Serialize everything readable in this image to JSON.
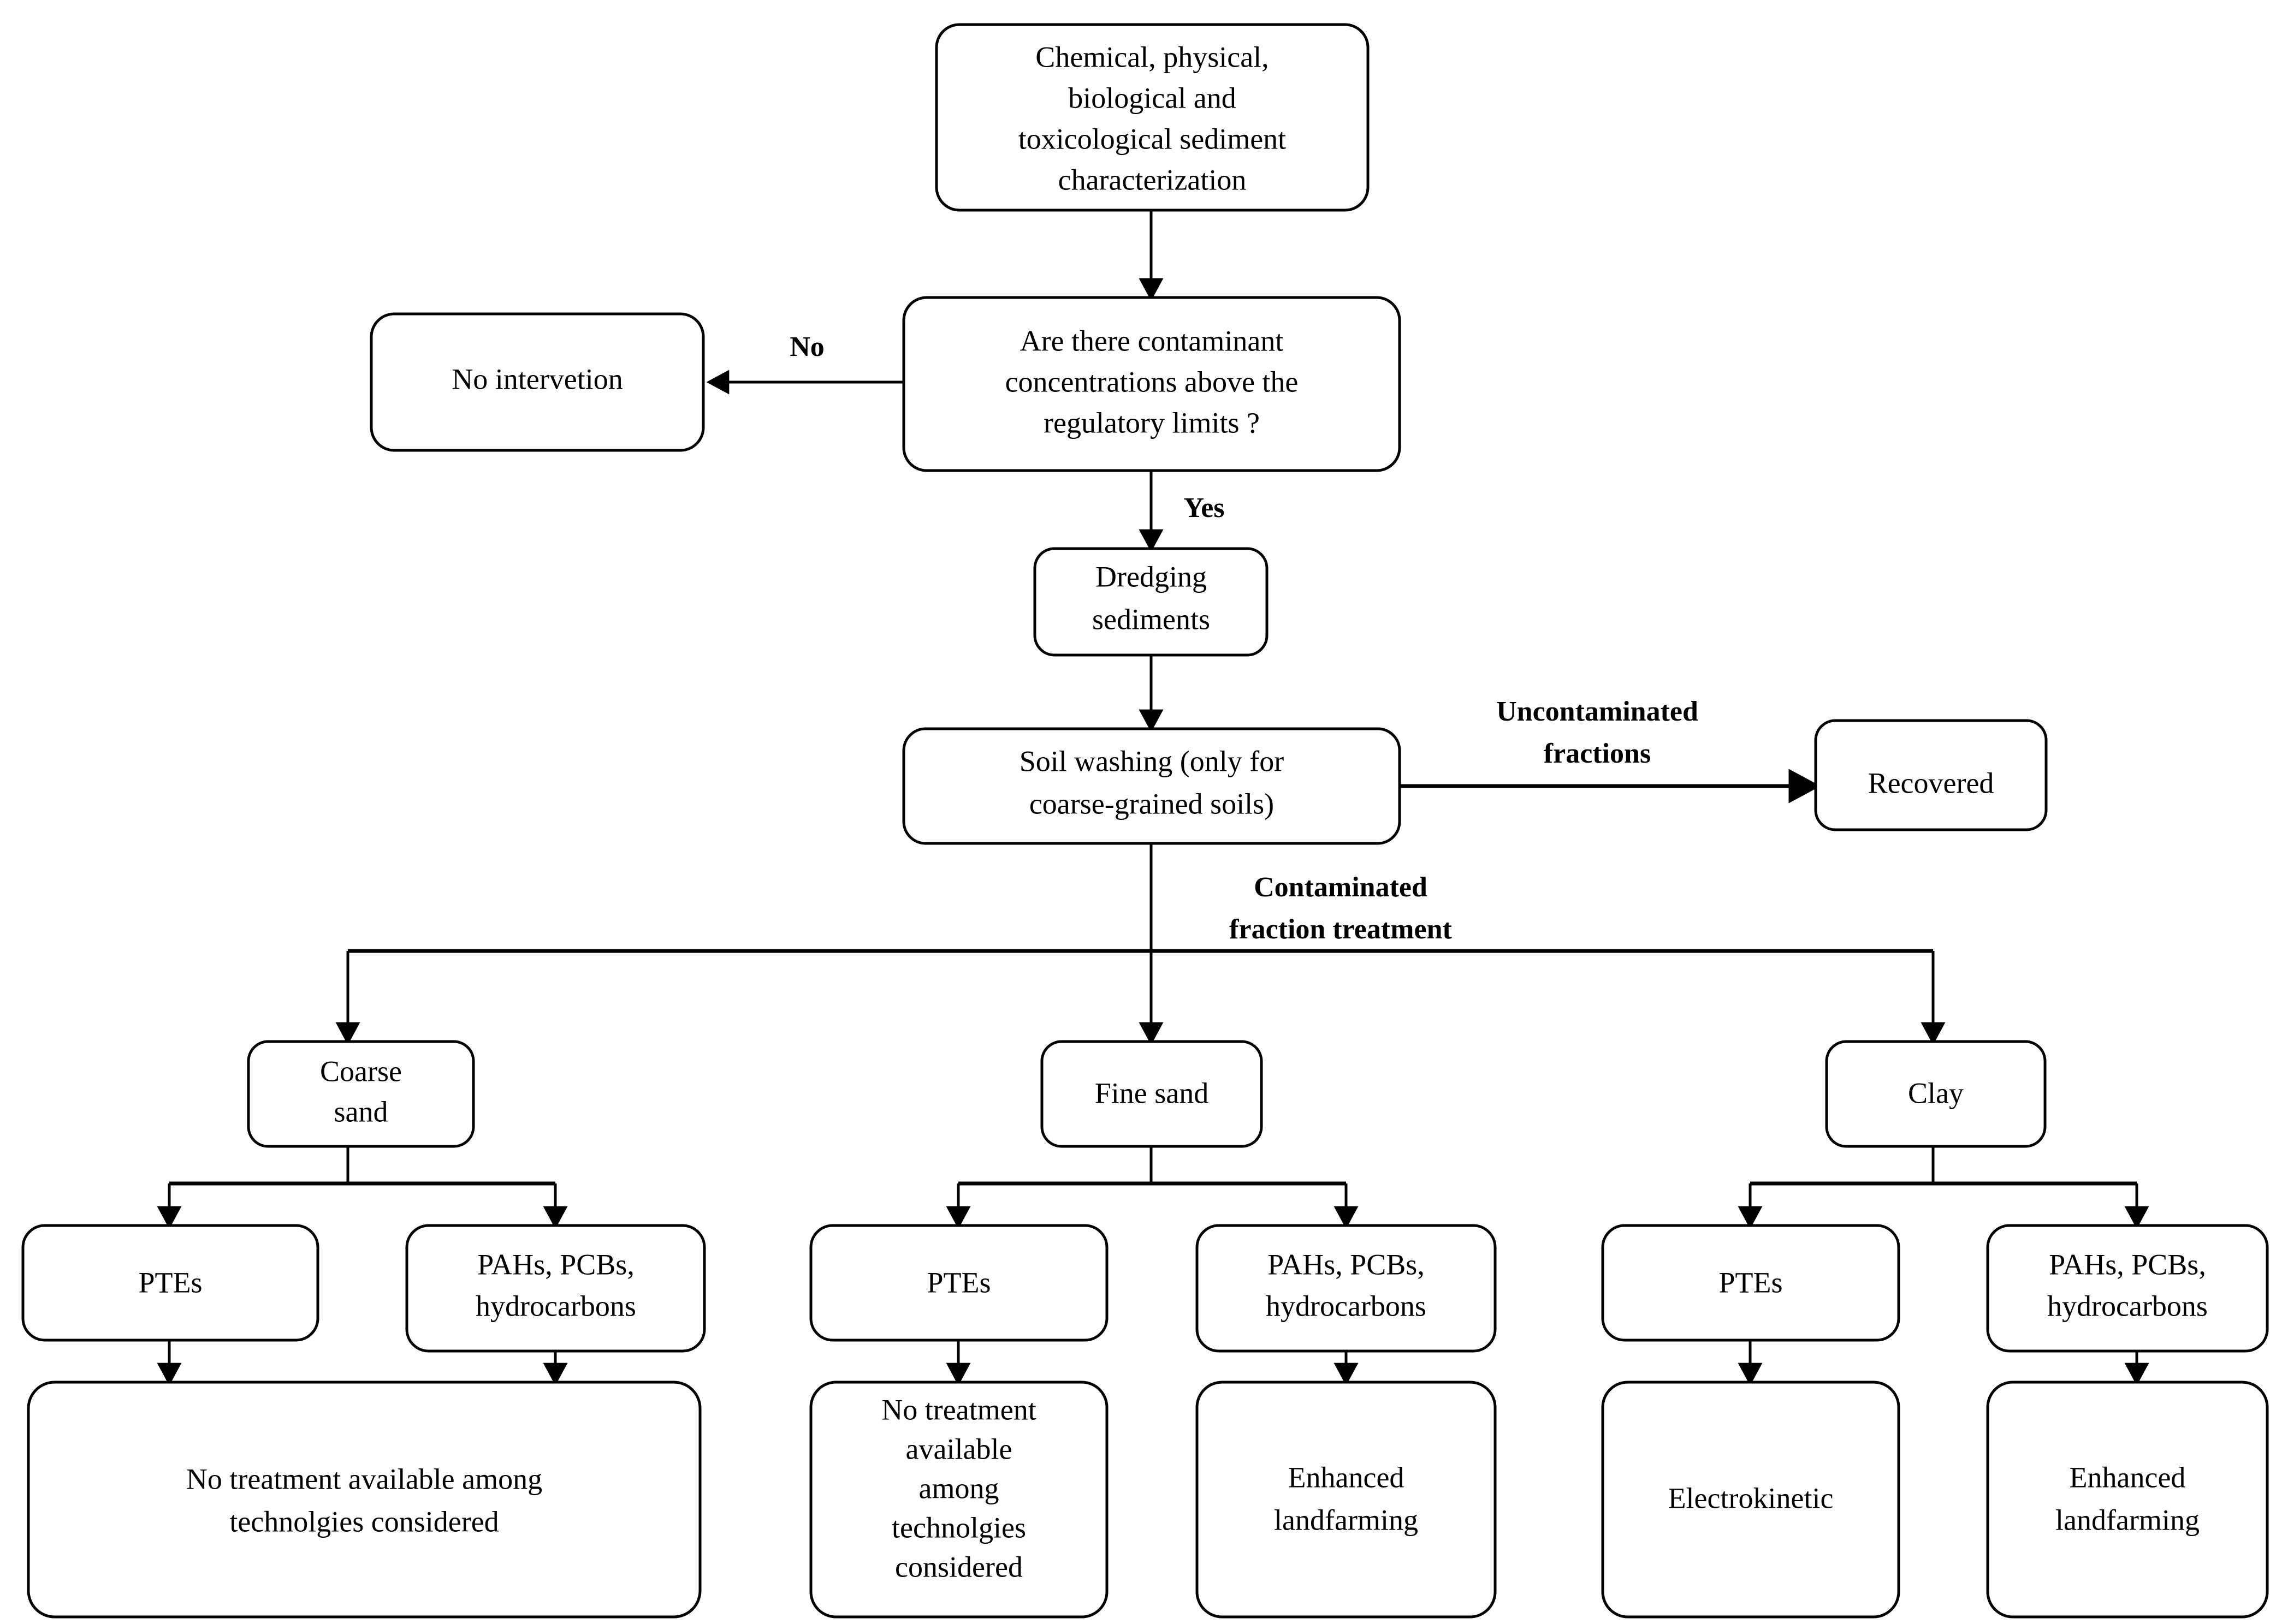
{
  "diagram": {
    "type": "flowchart",
    "title": "Sediment remediation decision flowchart",
    "nodes": {
      "characterization": {
        "lines": [
          "Chemical, physical,",
          "biological and",
          "toxicological sediment",
          "characterization"
        ]
      },
      "decision": {
        "lines": [
          "Are there contaminant",
          "concentrations above the",
          "regulatory limits ?"
        ]
      },
      "no_intervention": {
        "lines": [
          "No intervetion"
        ]
      },
      "dredging": {
        "lines": [
          "Dredging",
          "sediments"
        ]
      },
      "soil_washing": {
        "lines": [
          "Soil washing (only for",
          "coarse-grained soils)"
        ]
      },
      "recovered": {
        "lines": [
          "Recovered"
        ]
      },
      "coarse_sand": {
        "lines": [
          "Coarse",
          "sand"
        ]
      },
      "fine_sand": {
        "lines": [
          "Fine sand"
        ]
      },
      "clay": {
        "lines": [
          "Clay"
        ]
      },
      "coarse_ptes": {
        "lines": [
          "PTEs"
        ]
      },
      "coarse_pahs": {
        "lines": [
          "PAHs, PCBs,",
          "hydrocarbons"
        ]
      },
      "coarse_result": {
        "lines": [
          "No treatment available among",
          "technolgies considered"
        ]
      },
      "fine_ptes": {
        "lines": [
          "PTEs"
        ]
      },
      "fine_pahs": {
        "lines": [
          "PAHs, PCBs,",
          "hydrocarbons"
        ]
      },
      "fine_ptes_result": {
        "lines": [
          "No treatment",
          "available",
          "among",
          "technolgies",
          "considered"
        ]
      },
      "fine_pahs_result": {
        "lines": [
          "Enhanced",
          "landfarming"
        ]
      },
      "clay_ptes": {
        "lines": [
          "PTEs"
        ]
      },
      "clay_pahs": {
        "lines": [
          "PAHs, PCBs,",
          "hydrocarbons"
        ]
      },
      "clay_ptes_result": {
        "lines": [
          "Electrokinetic"
        ]
      },
      "clay_pahs_result": {
        "lines": [
          "Enhanced",
          "landfarming"
        ]
      }
    },
    "edge_labels": {
      "no": "No",
      "yes": "Yes",
      "uncontaminated": [
        "Uncontaminated",
        "fractions"
      ],
      "contaminated": [
        "Contaminated",
        "fraction treatment"
      ]
    },
    "colors": {
      "stroke": "#000000",
      "fill": "#ffffff",
      "text": "#000000"
    }
  }
}
